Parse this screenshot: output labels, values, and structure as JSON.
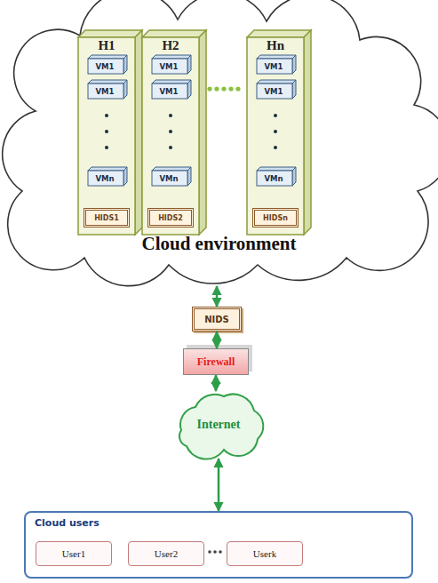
{
  "diagram": {
    "nodes": [
      {
        "text": [
          "Cloud environment"
        ]
      },
      {
        "text": [
          "H1"
        ],
        "in": 0
      },
      {
        "text": [
          "VM1"
        ],
        "in": 1
      },
      {
        "text": [
          "VM1"
        ],
        "in": 1
      },
      {
        "text": [
          "VMn"
        ],
        "in": 1
      },
      {
        "text": [
          "HIDS1"
        ],
        "in": 1
      },
      {
        "text": [
          "H2"
        ],
        "in": 0
      },
      {
        "text": [
          "VM1"
        ],
        "in": 6
      },
      {
        "text": [
          "VM1"
        ],
        "in": 6
      },
      {
        "text": [
          "VMn"
        ],
        "in": 6
      },
      {
        "text": [
          "HIDS2"
        ],
        "in": 6
      },
      {
        "text": [
          "Hn"
        ],
        "in": 0
      },
      {
        "text": [
          "VM1"
        ],
        "in": 11
      },
      {
        "text": [
          "VM1"
        ],
        "in": 11
      },
      {
        "text": [
          "VMn"
        ],
        "in": 11
      },
      {
        "text": [
          "HIDSn"
        ],
        "in": 11
      },
      {
        "text": [
          "NIDS"
        ]
      },
      {
        "text": [
          "Firewall"
        ]
      },
      {
        "text": [
          "Internet"
        ]
      },
      {
        "text": [
          "Cloud users"
        ]
      },
      {
        "text": [
          "User1"
        ],
        "in": 19
      },
      {
        "text": [
          "User2"
        ],
        "in": 19
      },
      {
        "text": [
          "Userk"
        ],
        "in": 19
      }
    ],
    "edges": [
      {
        "from": 0,
        "to": 16,
        "arrow": "both"
      },
      {
        "from": 16,
        "to": 17,
        "arrow": "both"
      },
      {
        "from": 17,
        "to": 18,
        "arrow": "both"
      },
      {
        "from": 18,
        "to": 19,
        "arrow": "both"
      }
    ]
  }
}
